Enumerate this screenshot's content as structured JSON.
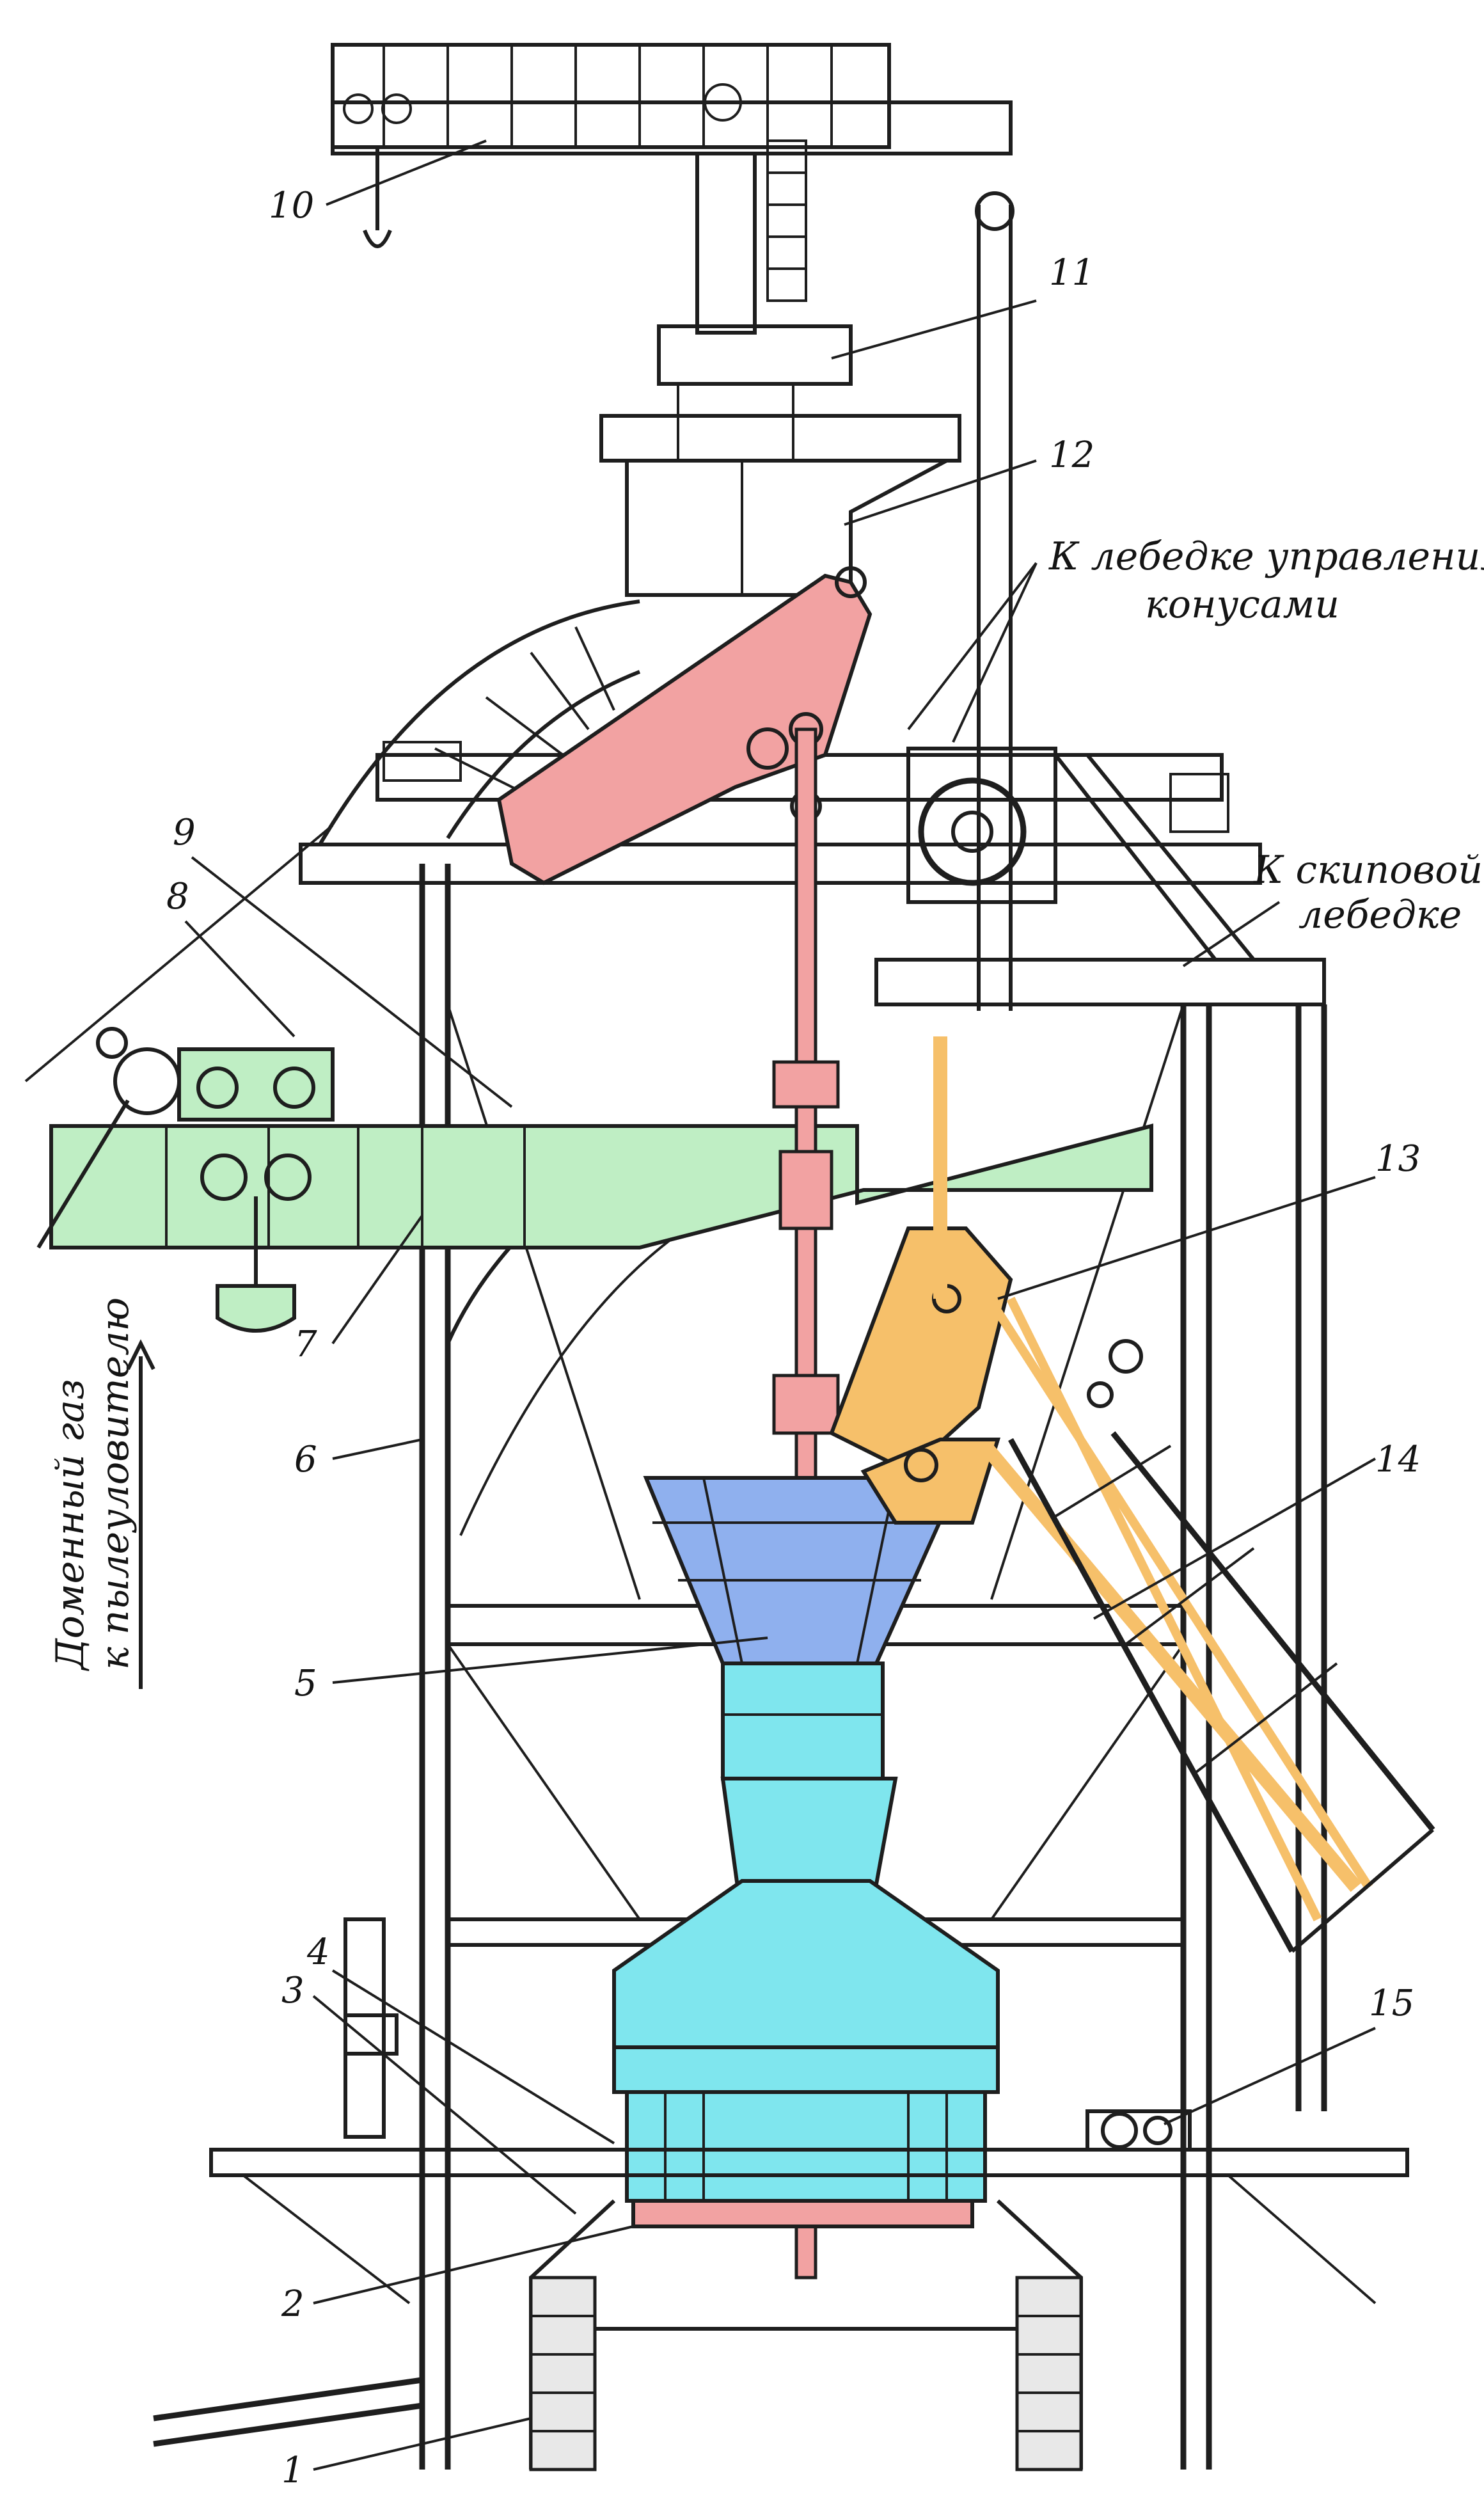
{
  "diagram": {
    "labels": {
      "n1": "1",
      "n2": "2",
      "n3": "3",
      "n4": "4",
      "n5": "5",
      "n6": "6",
      "n7": "7",
      "n8": "8",
      "n9": "9",
      "n10": "10",
      "n11": "11",
      "n12": "12",
      "n13": "13",
      "n14": "14",
      "n15": "15"
    },
    "annotations": {
      "cone_winch_line1": "К лебедке управления",
      "cone_winch_line2": "конусами",
      "skip_winch_line1": "К скиповой",
      "skip_winch_line2": "лебедке",
      "gas_line1": "Доменный газ",
      "gas_line2": "к пылеуловителю"
    },
    "colors": {
      "green": "#bfeec4",
      "red": "#f2a2a2",
      "orange": "#f6c06a",
      "blue": "#8fb0ee",
      "cyan": "#7fe6ee",
      "ink": "#1e1e1e"
    }
  }
}
